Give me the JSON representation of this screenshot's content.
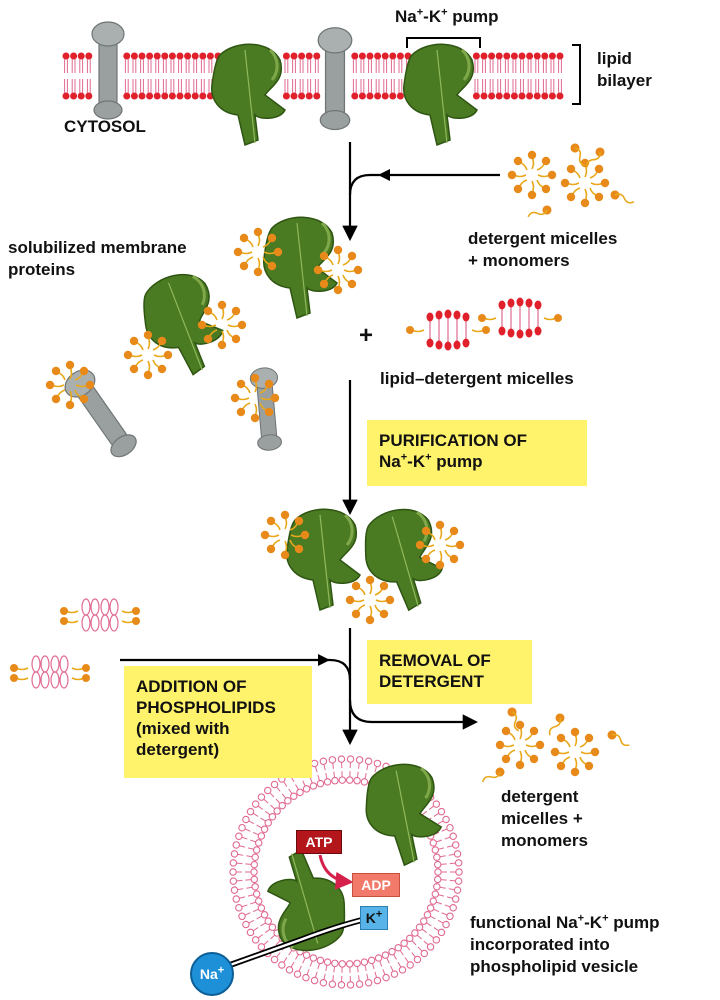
{
  "labels": {
    "pump_top": {
      "a": "Na",
      "b": "+",
      "c": "-K",
      "d": "+",
      "e": " pump"
    },
    "lipid": "lipid",
    "bilayer": "bilayer",
    "cytosol": "CYTOSOL",
    "solubilized_1": "solubilized membrane",
    "solubilized_2": "proteins",
    "detergent_top_1": "detergent micelles",
    "detergent_top_2": "+ monomers",
    "plus": "+",
    "lipid_detergent": "lipid–detergent micelles",
    "detergent_bottom_1": "detergent",
    "detergent_bottom_2": "micelles +",
    "detergent_bottom_3": "monomers",
    "functional_1": {
      "a": "functional Na",
      "b": "+",
      "c": "-K",
      "d": "+",
      "e": " pump"
    },
    "functional_2": "incorporated into",
    "functional_3": "phospholipid vesicle"
  },
  "boxes": {
    "purification_1": "PURIFICATION OF",
    "purification_2": {
      "a": "Na",
      "b": "+",
      "c": "-K",
      "d": "+",
      "e": " pump"
    },
    "removal_1": "REMOVAL OF",
    "removal_2": "DETERGENT",
    "addition_1": "ADDITION OF",
    "addition_2": "PHOSPHOLIPIDS",
    "addition_3": "(mixed with",
    "addition_4": "detergent)"
  },
  "tags": {
    "atp": "ATP",
    "adp": "ADP",
    "k": "K",
    "k_sup": "+",
    "na": "Na",
    "na_sup": "+"
  },
  "colors": {
    "protein": "#4a7a22",
    "protein_dark": "#2f5512",
    "protein_light": "#7fa84a",
    "lipid_head": "#e0202a",
    "lipid_tail": "#e06a90",
    "detergent": "#e88a1a",
    "highlight": "#fff36b",
    "gray_protein": "#9aa0a0",
    "atp": "#b3161b",
    "adp": "#f27a6a",
    "k_box": "#58b4e8",
    "na_circle": "#1e90d8"
  }
}
